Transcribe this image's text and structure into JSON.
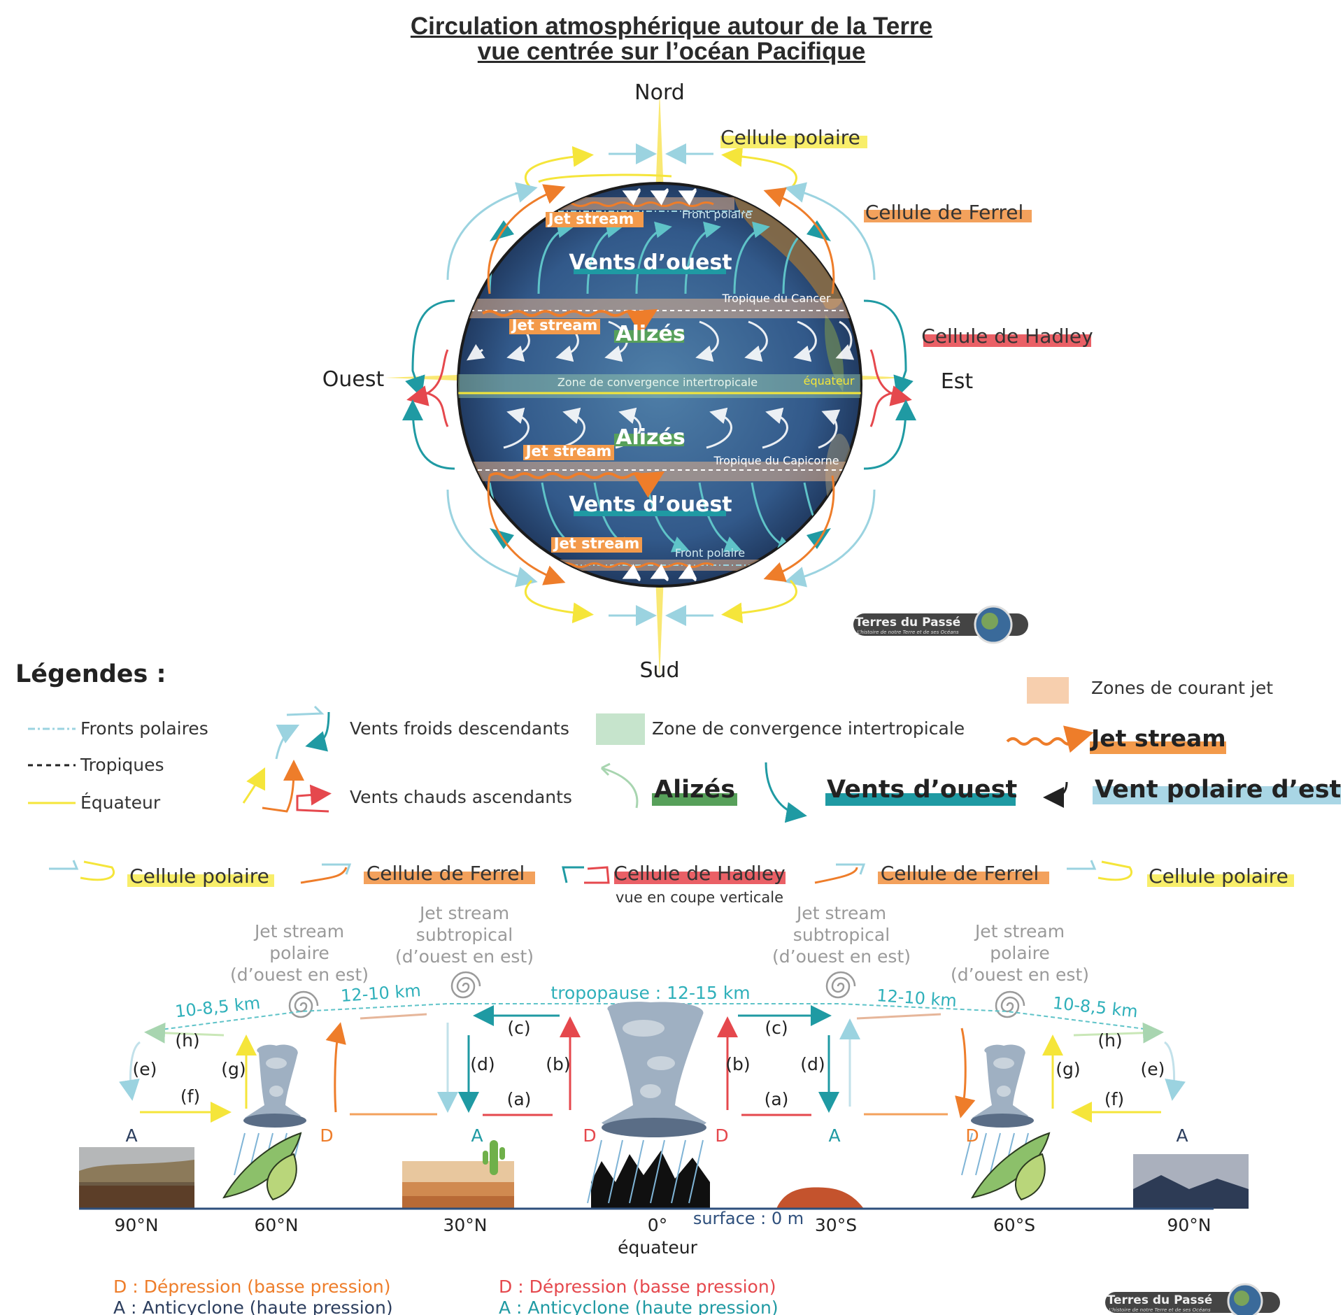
{
  "title_line1": "Circulation atmosphérique autour de la Terre",
  "title_line2": "vue centrée sur l’océan Pacifique",
  "compass": {
    "north": "Nord",
    "south": "Sud",
    "west": "Ouest",
    "east": "Est"
  },
  "globe_labels": {
    "jet_stream": "Jet stream",
    "front_polaire": "Front polaire",
    "vents_ouest": "Vents d’ouest",
    "tropique_cancer": "Tropique du Cancer",
    "tropique_capricorne": "Tropique du Capicorne",
    "alizes": "Alizés",
    "zci": "Zone de convergence intertropicale",
    "equateur": "équateur"
  },
  "cell_labels": {
    "polaire": "Cellule polaire",
    "ferrel": "Cellule de Ferrel",
    "hadley": "Cellule de Hadley"
  },
  "logo": {
    "name": "Terres du Passé",
    "tagline": "L’histoire de notre Terre et de ses Océans"
  },
  "legend": {
    "heading": "Légendes :",
    "fronts_polaires": "Fronts polaires",
    "tropiques": "Tropiques",
    "equateur": "Équateur",
    "vents_froids": "Vents froids descendants",
    "vents_chauds": "Vents chauds ascendants",
    "zci": "Zone de convergence intertropicale",
    "zones_jet": "Zones de courant jet",
    "jet_stream": "Jet stream",
    "alizes": "Alizés",
    "vents_ouest": "Vents d’ouest",
    "vent_polaire": "Vent polaire d’est"
  },
  "section": {
    "cells": [
      "Cellule polaire",
      "Cellule de Ferrel",
      "Cellule de Hadley",
      "Cellule de Ferrel",
      "Cellule polaire"
    ],
    "hadley_sub": "vue en coupe verticale",
    "jet_polaire": [
      "Jet stream",
      "polaire",
      "(d’ouest en est)"
    ],
    "jet_subtropical": [
      "Jet stream",
      "subtropical",
      "(d’ouest en est)"
    ],
    "tropopause": "tropopause : 12-15 km",
    "alt_1": "10-8,5 km",
    "alt_2": "12-10 km",
    "letters": [
      "(a)",
      "(b)",
      "(c)",
      "(d)",
      "(e)",
      "(f)",
      "(g)",
      "(h)"
    ],
    "pressure_marks": [
      "A",
      "D",
      "A",
      "D",
      "D",
      "A",
      "D",
      "A"
    ],
    "latitudes": [
      "90°N",
      "60°N",
      "30°N",
      "0°",
      "30°S",
      "60°S",
      "90°N"
    ],
    "equateur": "équateur",
    "surface": "surface : 0 m"
  },
  "footer": {
    "d_orange": "D : Dépression (basse pression)",
    "a_dark": "A : Anticyclone (haute pression)",
    "d_red": "D : Dépression (basse pression)",
    "a_teal": "A : Anticyclone (haute pression)"
  },
  "colors": {
    "polar": "#f5e53a",
    "ferrel": "#f39a4b",
    "hadley": "#e5484d",
    "teal": "#1f9aa3",
    "lightblue": "#9bd3e0",
    "green": "#57a05a",
    "ocean": "#2e4f7c",
    "orange_arrow": "#ee7d2a"
  }
}
